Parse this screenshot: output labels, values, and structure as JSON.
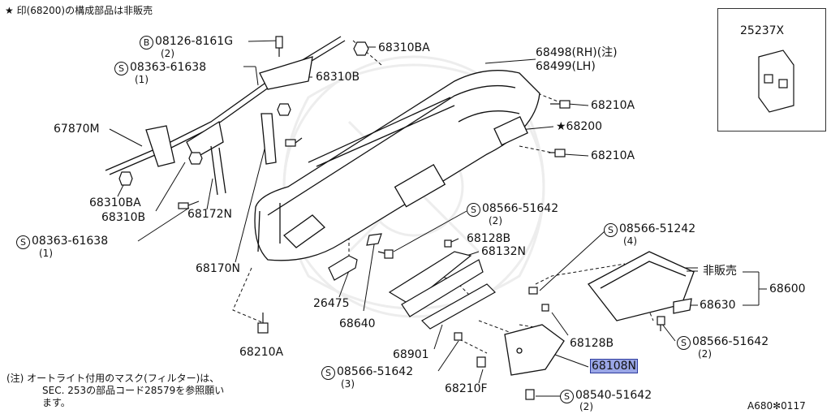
{
  "header_note": "★ 印(68200)の構成部品は非販売",
  "footer_note": {
    "line1": "(注) オートライト付用のマスク(フィルター)は、",
    "line2": "SEC. 253の部品コード28579を参照願い",
    "line3": "ます。"
  },
  "diagram_code": "A680✻0117",
  "inset_part": "25237X",
  "not_sold_label": "非販売",
  "parts": {
    "p08126": {
      "prefix": "B",
      "number": "08126-8161G",
      "qty": "(2)"
    },
    "p08363a": {
      "prefix": "S",
      "number": "08363-61638",
      "qty": "(1)"
    },
    "p08363b": {
      "prefix": "S",
      "number": "08363-61638",
      "qty": "(1)"
    },
    "p68310BA_top": "68310BA",
    "p68310B_top": "68310B",
    "p68498": "68498(RH)(注)",
    "p68499": "68499(LH)",
    "p68210A_1": "68210A",
    "p68200": "★68200",
    "p68210A_2": "68210A",
    "p67870M": "67870M",
    "p68310BA": "68310BA",
    "p68310B": "68310B",
    "p68172N": "68172N",
    "p08566a": {
      "prefix": "S",
      "number": "08566-51642",
      "qty": "(2)"
    },
    "p08566b": {
      "prefix": "S",
      "number": "08566-51242",
      "qty": "(4)"
    },
    "p68128B_1": "68128B",
    "p68132N": "68132N",
    "p68170N": "68170N",
    "p68600": "68600",
    "p68630": "68630",
    "p26475": "26475",
    "p68640": "68640",
    "p68128B_2": "68128B",
    "p08566c": {
      "prefix": "S",
      "number": "08566-51642",
      "qty": "(2)"
    },
    "p68210A_3": "68210A",
    "p68901": "68901",
    "p68108N": "68108N",
    "p08566d": {
      "prefix": "S",
      "number": "08566-51642",
      "qty": "(3)"
    },
    "p68210F": "68210F",
    "p08540": {
      "prefix": "S",
      "number": "08540-51642",
      "qty": "(2)"
    }
  },
  "highlight_color": "#9aa6e6"
}
